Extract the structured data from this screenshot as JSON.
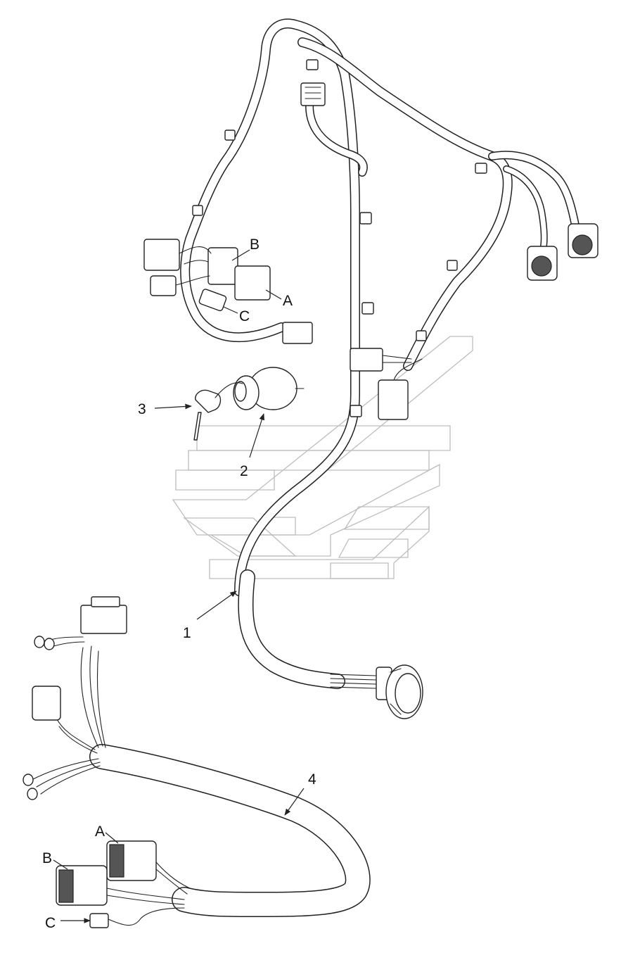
{
  "callouts": {
    "item_1": "1",
    "item_2": "2",
    "item_3": "3",
    "item_4": "4",
    "harness1_connector_a": "A",
    "harness1_connector_b": "B",
    "harness1_connector_c": "C",
    "harness4_connector_a": "A",
    "harness4_connector_b": "B",
    "harness4_connector_c": "C"
  },
  "colors": {
    "line": "#222222",
    "watermark": "#bdbdbd",
    "background": "#ffffff"
  },
  "icons": {
    "watermark": "brand-watermark-logo",
    "key": "ignition-key-icon",
    "switch": "ignition-switch-icon"
  }
}
